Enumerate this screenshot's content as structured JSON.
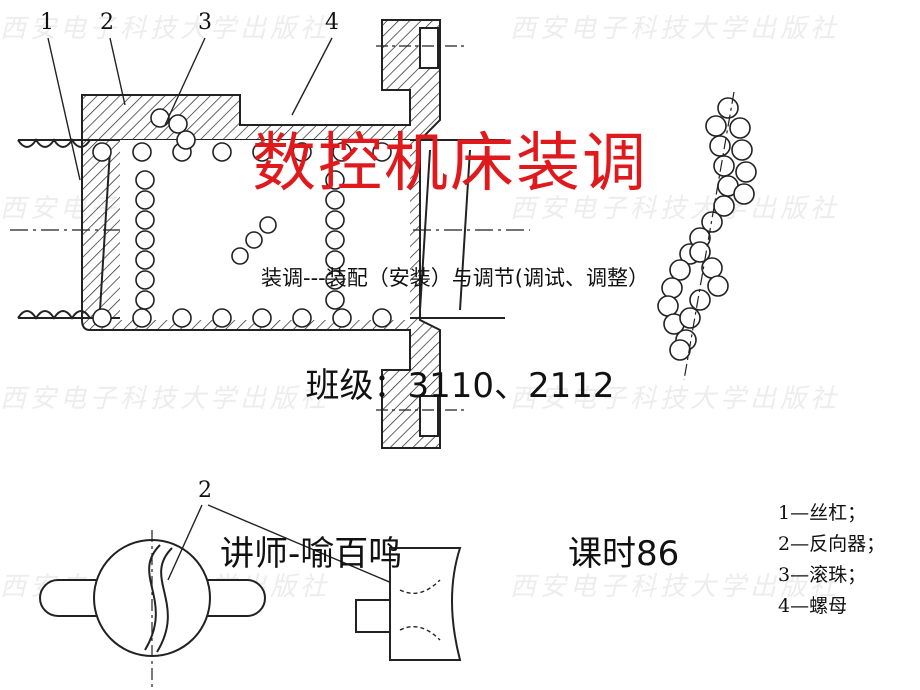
{
  "slide": {
    "title": "数控机床装调",
    "subtitle": "装调---装配（安装）与调节(调试、调整）",
    "class_line": "班级：3110、2112",
    "teacher": "讲师-喻百鸣",
    "hours": "课时86"
  },
  "figure": {
    "callouts": [
      "1",
      "2",
      "3",
      "4"
    ],
    "lower_callout": "2",
    "legend": [
      "1—丝杠；",
      "2—反向器；",
      "3—滚珠；",
      "4—螺母"
    ]
  },
  "watermark": "西安电子科技大学出版社",
  "colors": {
    "title": "#e0191d",
    "text": "#111111",
    "watermark": "#ededed"
  }
}
